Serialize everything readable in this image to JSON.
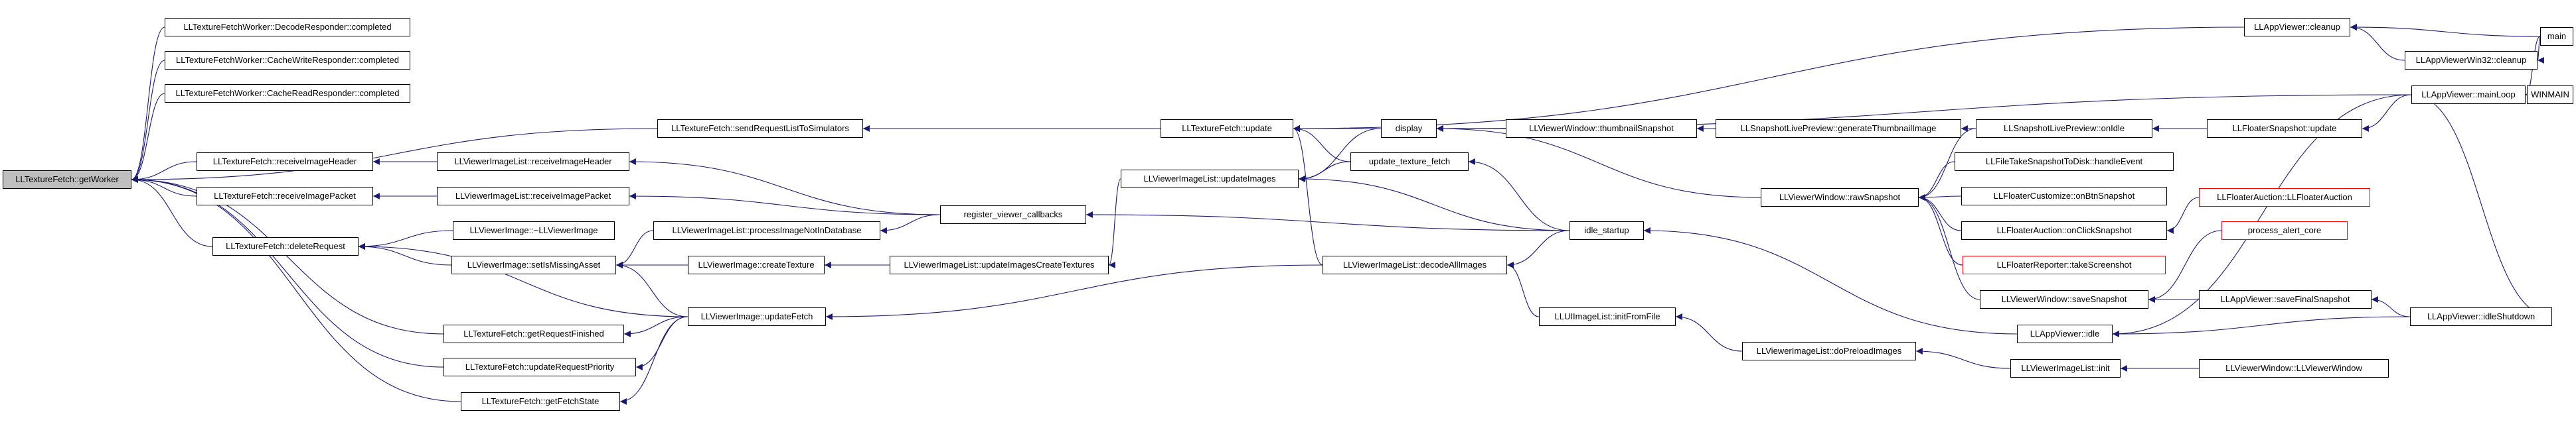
{
  "graph": {
    "edge_color": "#191970",
    "root_fill": "#bfbfbf",
    "incomplete_border": "#ff0000",
    "nodes": [
      {
        "id": "getWorker",
        "label": "LLTextureFetch::getWorker",
        "root": true
      },
      {
        "id": "decodeResp",
        "label": "LLTextureFetchWorker::DecodeResponder::completed"
      },
      {
        "id": "cacheWrite",
        "label": "LLTextureFetchWorker::CacheWriteResponder::completed"
      },
      {
        "id": "cacheRead",
        "label": "LLTextureFetchWorker::CacheReadResponder::completed"
      },
      {
        "id": "sendReq",
        "label": "LLTextureFetch::sendRequestListToSimulators"
      },
      {
        "id": "recvHdr",
        "label": "LLTextureFetch::receiveImageHeader"
      },
      {
        "id": "recvPkt",
        "label": "LLTextureFetch::receiveImagePacket"
      },
      {
        "id": "delReq",
        "label": "LLTextureFetch::deleteRequest"
      },
      {
        "id": "getReqFin",
        "label": "LLTextureFetch::getRequestFinished"
      },
      {
        "id": "updPrio",
        "label": "LLTextureFetch::updateRequestPriority"
      },
      {
        "id": "getFetchState",
        "label": "LLTextureFetch::getFetchState"
      },
      {
        "id": "vilRecvHdr",
        "label": "LLViewerImageList::receiveImageHeader"
      },
      {
        "id": "vilRecvPkt",
        "label": "LLViewerImageList::receiveImagePacket"
      },
      {
        "id": "viDtor",
        "label": "LLViewerImage::~LLViewerImage"
      },
      {
        "id": "setMissing",
        "label": "LLViewerImage::setIsMissingAsset"
      },
      {
        "id": "updFetch",
        "label": "LLViewerImage::updateFetch"
      },
      {
        "id": "procNotDb",
        "label": "LLViewerImageList::processImageNotInDatabase"
      },
      {
        "id": "createTex",
        "label": "LLViewerImage::createTexture"
      },
      {
        "id": "regCb",
        "label": "register_viewer_callbacks"
      },
      {
        "id": "updImgs",
        "label": "LLViewerImageList::updateImages"
      },
      {
        "id": "updCreateTex",
        "label": "LLViewerImageList::updateImagesCreateTextures"
      },
      {
        "id": "texUpd",
        "label": "LLTextureFetch::update"
      },
      {
        "id": "display",
        "label": "display"
      },
      {
        "id": "updTexFetch",
        "label": "update_texture_fetch"
      },
      {
        "id": "decodeAll",
        "label": "LLViewerImageList::decodeAllImages"
      },
      {
        "id": "idleStartup",
        "label": "idle_startup"
      },
      {
        "id": "uiInit",
        "label": "LLUIImageList::initFromFile"
      },
      {
        "id": "doPreload",
        "label": "LLViewerImageList::doPreloadImages"
      },
      {
        "id": "thumbSnap",
        "label": "LLViewerWindow::thumbnailSnapshot"
      },
      {
        "id": "genThumb",
        "label": "LLSnapshotLivePreview::generateThumbnailImage"
      },
      {
        "id": "rawSnap",
        "label": "LLViewerWindow::rawSnapshot"
      },
      {
        "id": "onIdle",
        "label": "LLSnapshotLivePreview::onIdle"
      },
      {
        "id": "fileTake",
        "label": "LLFileTakeSnapshotToDisk::handleEvent"
      },
      {
        "id": "custBtn",
        "label": "LLFloaterCustomize::onBtnSnapshot"
      },
      {
        "id": "aucSnap",
        "label": "LLFloaterAuction::onClickSnapshot"
      },
      {
        "id": "repShot",
        "label": "LLFloaterReporter::takeScreenshot",
        "red": true
      },
      {
        "id": "saveSnap",
        "label": "LLViewerWindow::saveSnapshot"
      },
      {
        "id": "appIdle",
        "label": "LLAppViewer::idle"
      },
      {
        "id": "vilInit",
        "label": "LLViewerImageList::init"
      },
      {
        "id": "vwCtor",
        "label": "LLViewerWindow::LLViewerWindow"
      },
      {
        "id": "floaterSnapUpd",
        "label": "LLFloaterSnapshot::update"
      },
      {
        "id": "aucCtor",
        "label": "LLFloaterAuction::LLFloaterAuction",
        "red": true
      },
      {
        "id": "procAlert",
        "label": "process_alert_core",
        "red": true
      },
      {
        "id": "saveFinal",
        "label": "LLAppViewer::saveFinalSnapshot"
      },
      {
        "id": "idleShut",
        "label": "LLAppViewer::idleShutdown"
      },
      {
        "id": "cleanup",
        "label": "LLAppViewer::cleanup"
      },
      {
        "id": "w32cleanup",
        "label": "LLAppViewerWin32::cleanup"
      },
      {
        "id": "mainLoop",
        "label": "LLAppViewer::mainLoop"
      },
      {
        "id": "main",
        "label": "main"
      },
      {
        "id": "winmain",
        "label": "WINMAIN"
      }
    ],
    "edges": [
      [
        "decodeResp",
        "getWorker"
      ],
      [
        "cacheWrite",
        "getWorker"
      ],
      [
        "cacheRead",
        "getWorker"
      ],
      [
        "sendReq",
        "getWorker"
      ],
      [
        "recvHdr",
        "getWorker"
      ],
      [
        "recvPkt",
        "getWorker"
      ],
      [
        "delReq",
        "getWorker"
      ],
      [
        "getReqFin",
        "getWorker"
      ],
      [
        "updPrio",
        "getWorker"
      ],
      [
        "getFetchState",
        "getWorker"
      ],
      [
        "texUpd",
        "sendReq"
      ],
      [
        "vilRecvHdr",
        "recvHdr"
      ],
      [
        "vilRecvPkt",
        "recvPkt"
      ],
      [
        "viDtor",
        "delReq"
      ],
      [
        "setMissing",
        "delReq"
      ],
      [
        "updFetch",
        "delReq"
      ],
      [
        "updFetch",
        "getReqFin"
      ],
      [
        "updFetch",
        "updPrio"
      ],
      [
        "updFetch",
        "getFetchState"
      ],
      [
        "regCb",
        "vilRecvHdr"
      ],
      [
        "regCb",
        "vilRecvPkt"
      ],
      [
        "procNotDb",
        "setMissing"
      ],
      [
        "createTex",
        "setMissing"
      ],
      [
        "updFetch",
        "setMissing"
      ],
      [
        "regCb",
        "procNotDb"
      ],
      [
        "updCreateTex",
        "createTex"
      ],
      [
        "decodeAll",
        "updFetch"
      ],
      [
        "idleStartup",
        "regCb"
      ],
      [
        "updImgs",
        "updCreateTex"
      ],
      [
        "display",
        "updImgs"
      ],
      [
        "updTexFetch",
        "updImgs"
      ],
      [
        "idleStartup",
        "updImgs"
      ],
      [
        "display",
        "texUpd"
      ],
      [
        "updTexFetch",
        "texUpd"
      ],
      [
        "decodeAll",
        "texUpd"
      ],
      [
        "cleanup",
        "texUpd"
      ],
      [
        "idleStartup",
        "decodeAll"
      ],
      [
        "uiInit",
        "decodeAll"
      ],
      [
        "idleStartup",
        "updTexFetch"
      ],
      [
        "thumbSnap",
        "display"
      ],
      [
        "rawSnap",
        "display"
      ],
      [
        "mainLoop",
        "display"
      ],
      [
        "appIdle",
        "idleStartup"
      ],
      [
        "doPreload",
        "uiInit"
      ],
      [
        "genThumb",
        "thumbSnap"
      ],
      [
        "onIdle",
        "genThumb"
      ],
      [
        "onIdle",
        "rawSnap"
      ],
      [
        "fileTake",
        "rawSnap"
      ],
      [
        "custBtn",
        "rawSnap"
      ],
      [
        "aucSnap",
        "rawSnap"
      ],
      [
        "repShot",
        "rawSnap"
      ],
      [
        "saveSnap",
        "rawSnap"
      ],
      [
        "vilInit",
        "doPreload"
      ],
      [
        "floaterSnapUpd",
        "onIdle"
      ],
      [
        "aucCtor",
        "aucSnap"
      ],
      [
        "procAlert",
        "saveSnap"
      ],
      [
        "saveFinal",
        "saveSnap"
      ],
      [
        "mainLoop",
        "appIdle"
      ],
      [
        "idleShut",
        "appIdle"
      ],
      [
        "vwCtor",
        "vilInit"
      ],
      [
        "mainLoop",
        "floaterSnapUpd"
      ],
      [
        "idleShut",
        "saveFinal"
      ],
      [
        "mainLoop",
        "idleShut"
      ],
      [
        "w32cleanup",
        "cleanup"
      ],
      [
        "main",
        "cleanup"
      ],
      [
        "main",
        "w32cleanup"
      ],
      [
        "main",
        "mainLoop"
      ],
      [
        "winmain",
        "mainLoop"
      ]
    ]
  }
}
